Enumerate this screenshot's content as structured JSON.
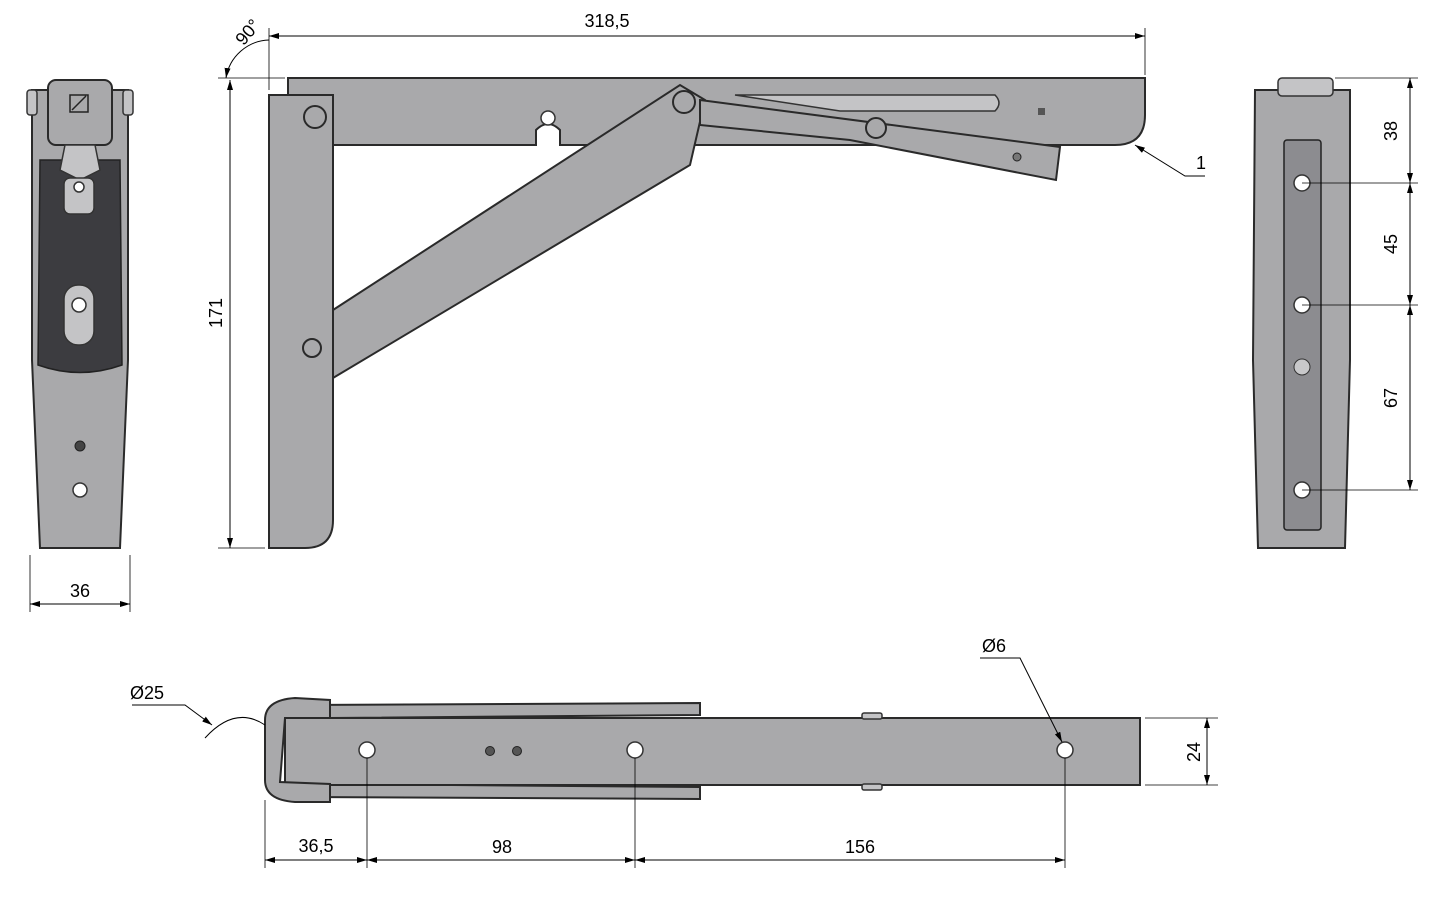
{
  "dimensions": {
    "overall_length": "318,5",
    "angle": "90°",
    "height": "171",
    "front_width": "36",
    "callout": "1",
    "hole_spacing_top": "38",
    "hole_spacing_mid": "45",
    "hole_spacing_bottom": "67",
    "hinge_diameter": "Ø25",
    "hole_diameter": "Ø6",
    "folded_thickness": "24",
    "first_hole_offset": "36,5",
    "hole_spacing_1": "98",
    "hole_spacing_2": "156"
  },
  "colors": {
    "metal": "#a9a9ab",
    "rubber": "#3c3c40",
    "line": "#000000"
  }
}
